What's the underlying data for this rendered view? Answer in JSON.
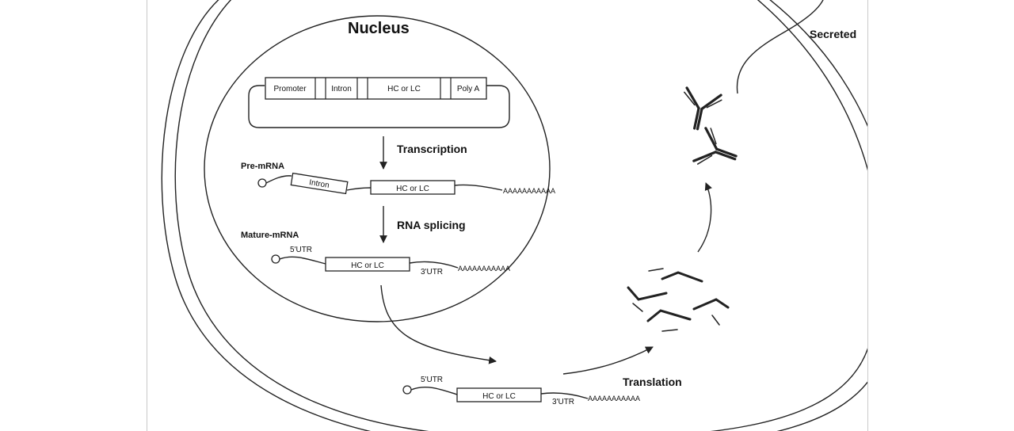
{
  "diagram": {
    "nucleus_label": "Nucleus",
    "secreted_label": "Secreted",
    "plasmid": {
      "segments": [
        "Promoter",
        "Intron",
        "HC or LC",
        "Poly A"
      ]
    },
    "steps": {
      "transcription": "Transcription",
      "splicing": "RNA splicing",
      "translation": "Translation"
    },
    "pre_mrna": {
      "label": "Pre-mRNA",
      "intron": "Intron",
      "coding": "HC or LC",
      "polya": "AAAAAAAAAAA"
    },
    "mature_mrna": {
      "label": "Mature-mRNA",
      "utr5": "5'UTR",
      "coding": "HC or LC",
      "utr3": "3'UTR",
      "polya": "AAAAAAAAAAA"
    },
    "cyto_mrna": {
      "utr5": "5'UTR",
      "coding": "HC or LC",
      "utr3": "3'UTR",
      "polya": "AAAAAAAAAAA"
    }
  },
  "colors": {
    "stroke": "#222222",
    "background": "#ffffff"
  }
}
